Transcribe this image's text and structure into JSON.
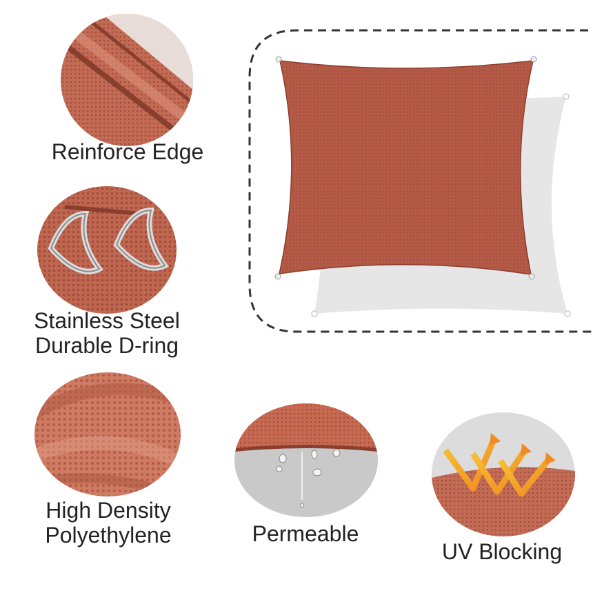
{
  "colors": {
    "fabric": "#b45a46",
    "fabric_dark": "#8a3e2e",
    "fabric_light": "#d07a64",
    "shadow": "#e6e6e6",
    "dash": "#333333",
    "text": "#222222",
    "uv_orange": "#f08a24",
    "uv_yellow": "#f7c233"
  },
  "features": [
    {
      "icon": "reinforced-edge-closeup",
      "lines": [
        "Reinforce Edge"
      ]
    },
    {
      "icon": "d-ring-closeup",
      "lines": [
        "Stainless Steel",
        "Durable D-ring"
      ]
    },
    {
      "icon": "hdpe-fabric-closeup",
      "lines": [
        "High Density",
        "Polyethylene"
      ]
    },
    {
      "icon": "water-drops-closeup",
      "lines": [
        "Permeable"
      ]
    },
    {
      "icon": "uv-arrows-closeup",
      "lines": [
        "UV Blocking"
      ]
    }
  ],
  "hero": {
    "icon": "square-shade-sail",
    "shadow_icon": "sail-shadow"
  }
}
